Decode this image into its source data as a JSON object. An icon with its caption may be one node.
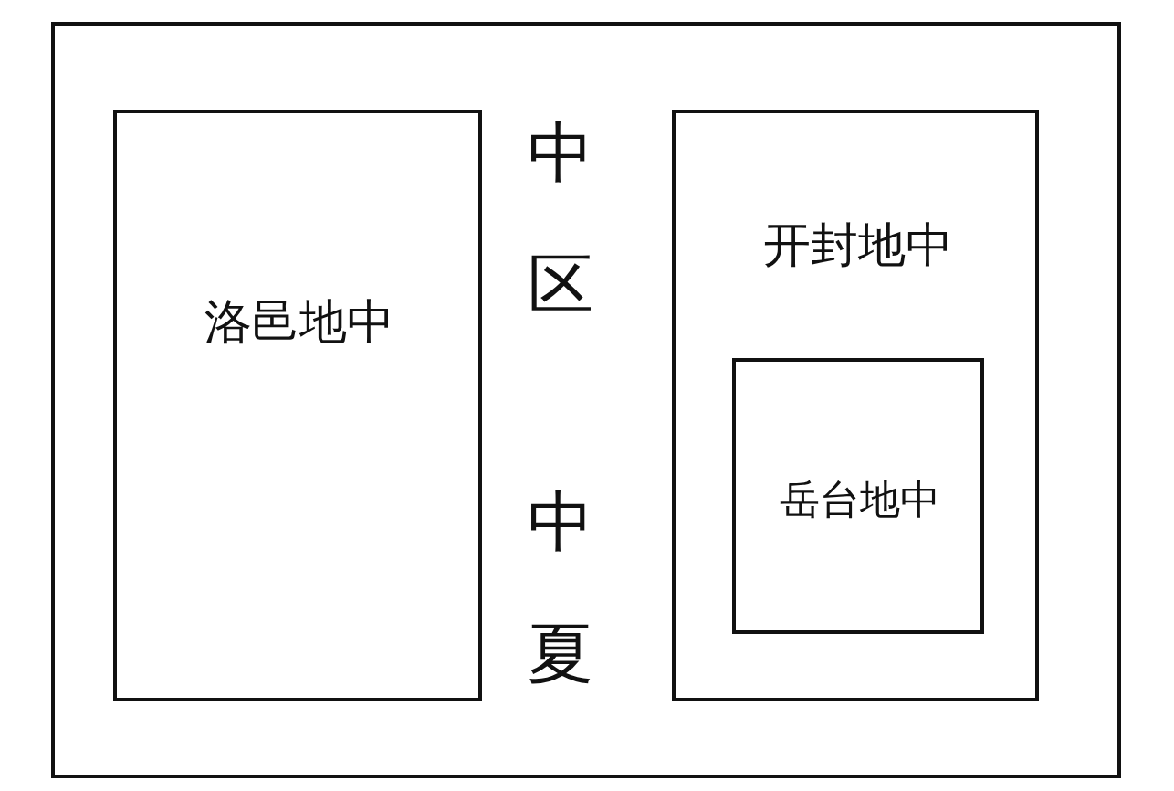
{
  "diagram": {
    "nodes": [
      {
        "text": [
          "中区",
          "中夏"
        ]
      },
      {
        "text": [
          "洛邑地中"
        ],
        "in": 0
      },
      {
        "text": [
          "开封地中"
        ],
        "in": 0
      },
      {
        "text": [
          "岳台地中"
        ],
        "in": 2
      }
    ]
  }
}
